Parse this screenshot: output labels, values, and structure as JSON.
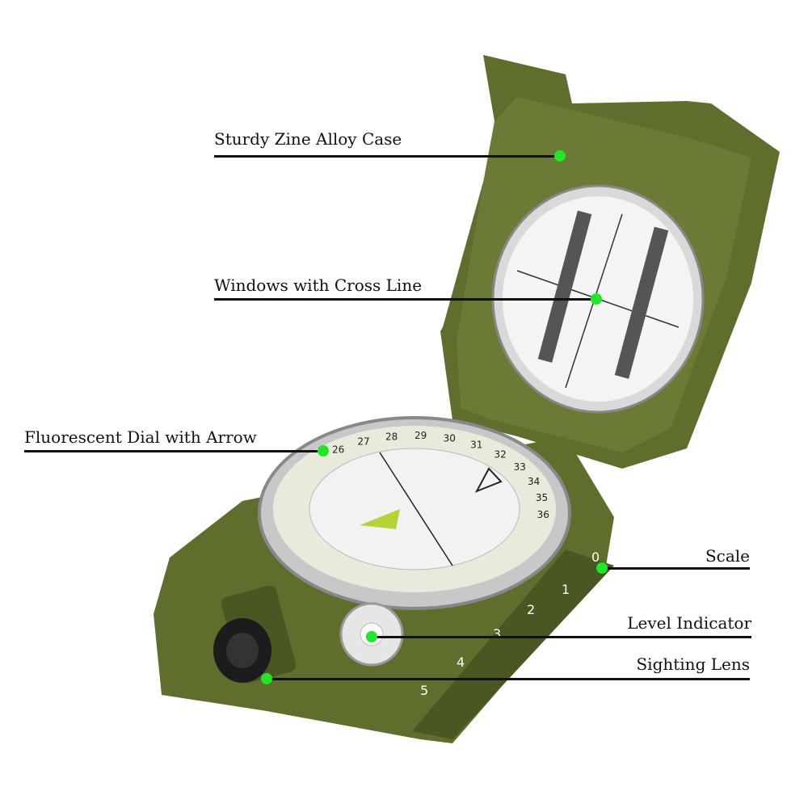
{
  "colors": {
    "case_green": "#5f6e2c",
    "case_dark": "#4a5722",
    "marker": "#22e62a",
    "line": "#111111"
  },
  "callouts": [
    {
      "label": "Sturdy Zine Alloy Case"
    },
    {
      "label": "Windows with Cross Line"
    },
    {
      "label": "Fluorescent Dial with Arrow"
    },
    {
      "label": "Scale"
    },
    {
      "label": "Level Indicator"
    },
    {
      "label": "Sighting Lens"
    }
  ],
  "scale_numbers": [
    "0",
    "1",
    "2",
    "3",
    "4",
    "5"
  ],
  "dial_numbers": [
    "26",
    "27",
    "28",
    "29",
    "30",
    "31",
    "32",
    "33",
    "34",
    "35",
    "36"
  ]
}
